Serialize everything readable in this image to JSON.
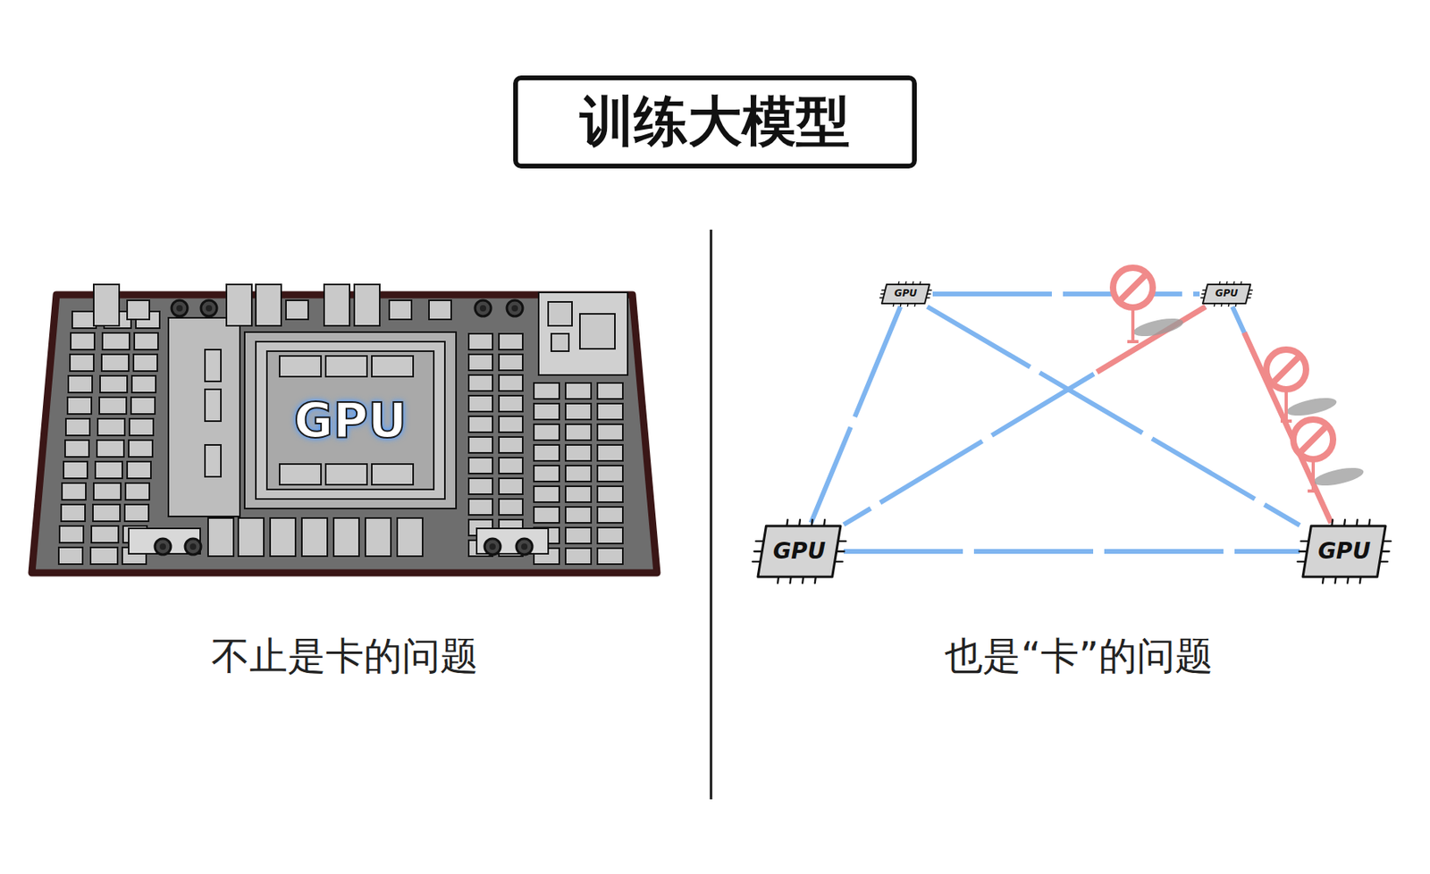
{
  "diagram": {
    "title": "训练大模型",
    "nodes": [
      {
        "text": [
          "GPU"
        ]
      },
      {
        "text": [
          "GPU"
        ]
      },
      {
        "text": [
          "GPU"
        ]
      },
      {
        "text": [
          "GPU"
        ]
      },
      {
        "text": [
          "GPU"
        ]
      }
    ],
    "edges": [
      {
        "from": 1,
        "to": 2,
        "arrow": "none"
      },
      {
        "from": 1,
        "to": 3,
        "arrow": "none"
      },
      {
        "from": 1,
        "to": 4,
        "arrow": "none"
      },
      {
        "from": 2,
        "to": 3,
        "arrow": "none"
      },
      {
        "from": 2,
        "to": 4,
        "arrow": "none"
      },
      {
        "from": 3,
        "to": 4,
        "arrow": "none"
      }
    ],
    "labels": [
      "不止是卡的问题",
      "也是“卡”的问题"
    ]
  }
}
